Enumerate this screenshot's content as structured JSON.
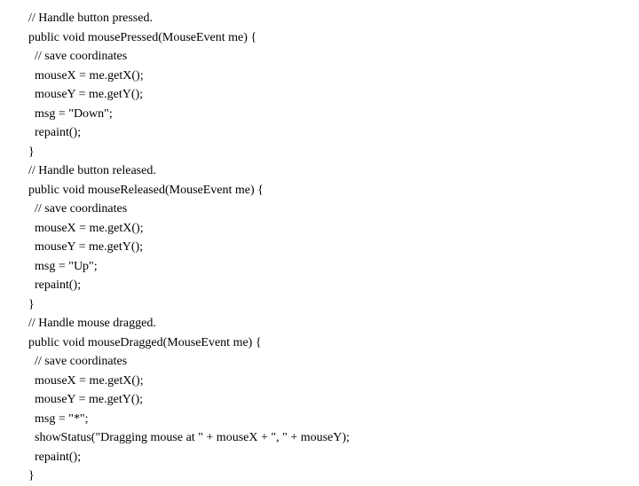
{
  "document": {
    "lines": [
      "// Handle button pressed.",
      "public void mousePressed(MouseEvent me) {",
      "  // save coordinates",
      "  mouseX = me.getX();",
      "  mouseY = me.getY();",
      "  msg = \"Down\";",
      "  repaint();",
      "}",
      "// Handle button released.",
      "public void mouseReleased(MouseEvent me) {",
      "  // save coordinates",
      "  mouseX = me.getX();",
      "  mouseY = me.getY();",
      "  msg = \"Up\";",
      "  repaint();",
      "}",
      "// Handle mouse dragged.",
      "public void mouseDragged(MouseEvent me) {",
      "  // save coordinates",
      "  mouseX = me.getX();",
      "  mouseY = me.getY();",
      "  msg = \"*\";",
      "  showStatus(\"Dragging mouse at \" + mouseX + \", \" + mouseY);",
      "  repaint();",
      "}"
    ]
  }
}
